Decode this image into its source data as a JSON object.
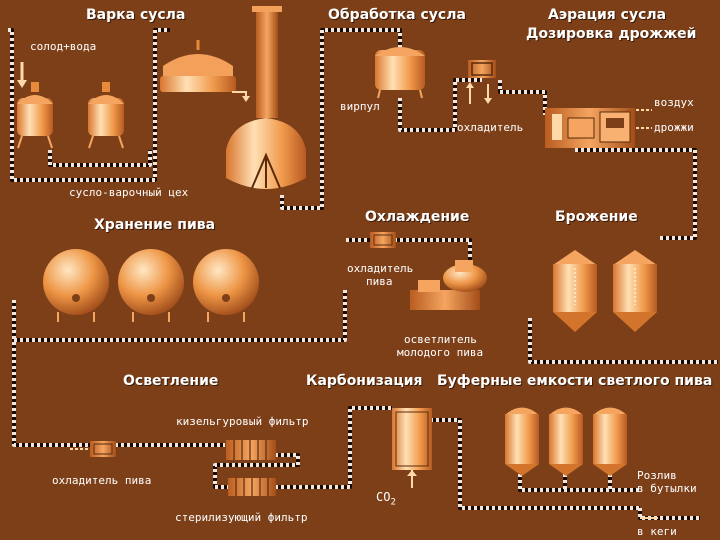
{
  "titles": {
    "wort_boiling": "Варка сусла",
    "wort_treatment": "Обработка сусла",
    "aeration_line1": "Аэрация сусла",
    "aeration_line2": "Дозировка дрожжей",
    "beer_storage": "Хранение пива",
    "cooling": "Охлаждение",
    "fermentation": "Брожение",
    "clarification": "Осветление",
    "carbonization": "Карбонизация",
    "buffer_tanks": "Буферные емкости светлого пива"
  },
  "labels": {
    "malt_water": "солод+вода",
    "wort_house": "сусло-варочный цех",
    "whirlpool": "вирпул",
    "cooler_treatment": "охладитель",
    "air": "воздух",
    "yeast": "дрожжи",
    "beer_cooler_mid_1": "охладитель",
    "beer_cooler_mid_2": "пива",
    "clarifier_1": "осветлитель",
    "clarifier_2": "молодого пива",
    "kieselguhr_filter": "кизельгуровый фильтр",
    "beer_cooler_bottom": "охладитель пива",
    "sterile_filter": "стерилизующий фильтр",
    "co2": "CO",
    "co2_sub": "2",
    "bottling_1": "Розлив",
    "bottling_2": "в бутылки",
    "kegs": "в кеги"
  },
  "colors": {
    "background": "#7d3f18",
    "pipe_dark": "#1a0a02",
    "pipe_light": "#f0e8e0",
    "equipment": "#e88a3c",
    "equipment_light": "#ffd9a8",
    "text": "#ffffff"
  }
}
